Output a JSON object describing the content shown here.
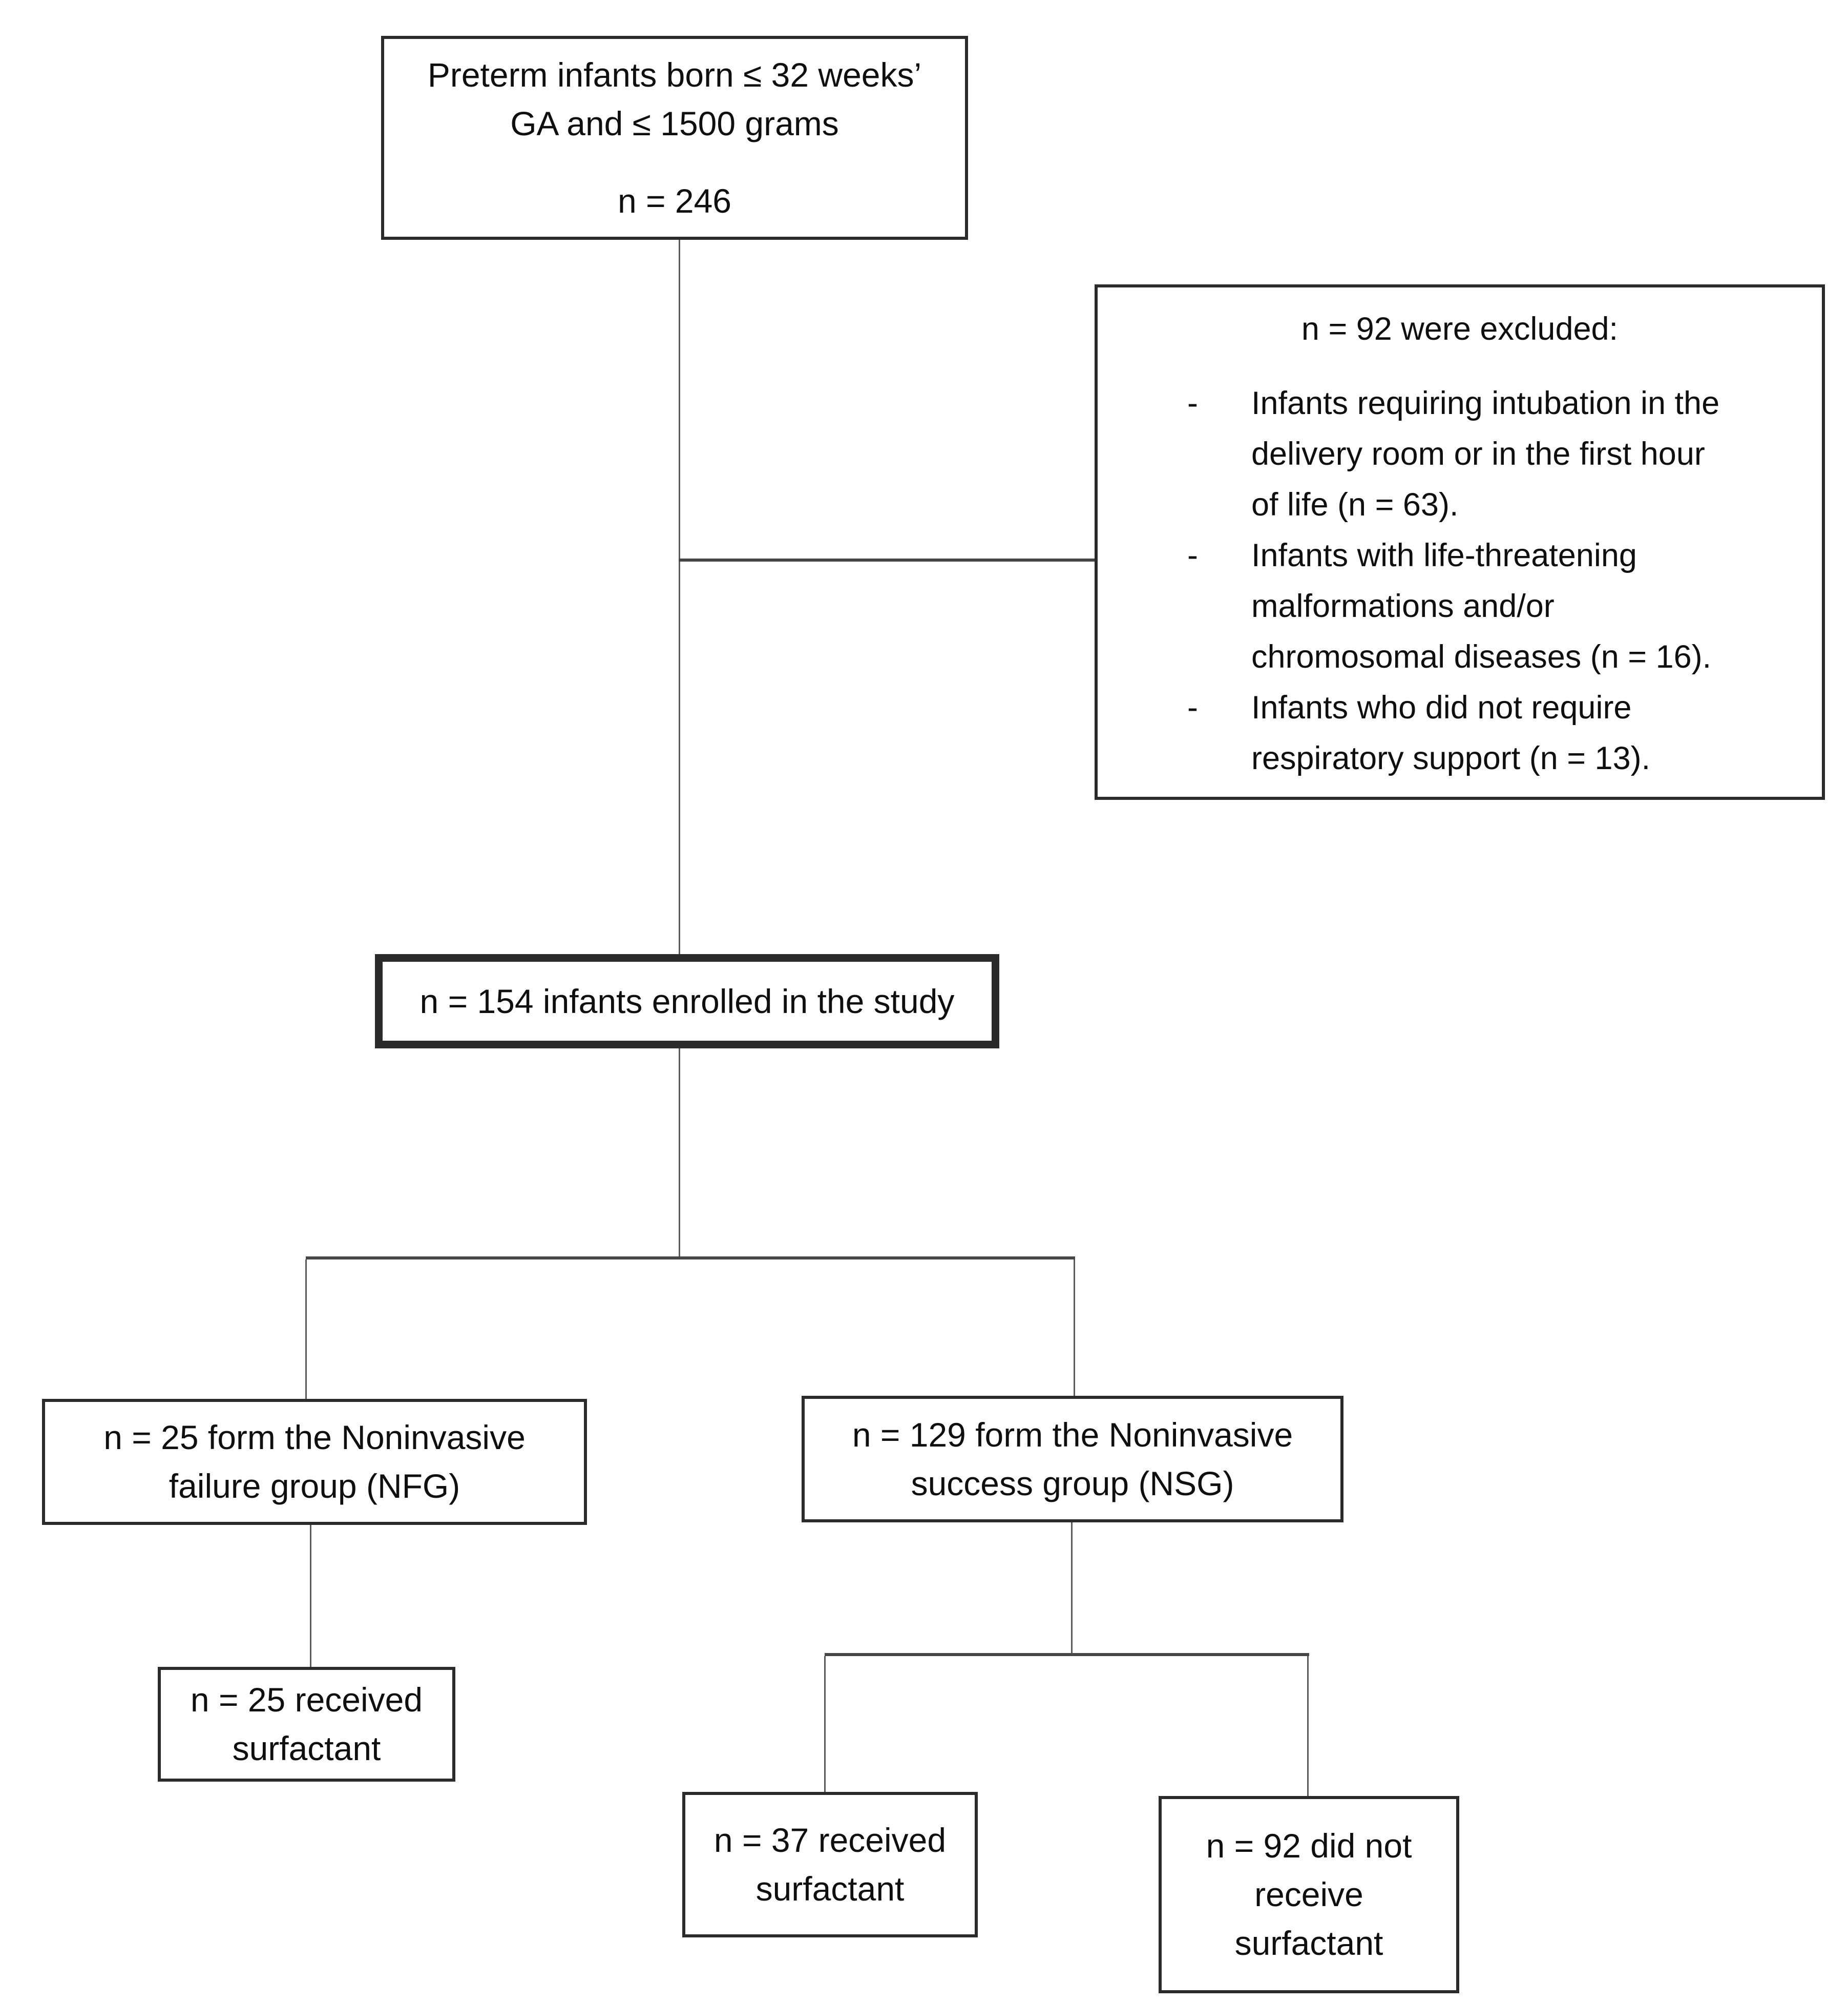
{
  "diagram": {
    "eligible": {
      "line1": "Preterm infants born ≤ 32 weeks’",
      "line2": "GA and ≤ 1500 grams",
      "count": "n = 246"
    },
    "excluded": {
      "heading": "n = 92 were excluded:",
      "marker": "-",
      "items": [
        {
          "lines": [
            "Infants requiring intubation in the",
            "delivery room or in the first hour",
            "of life (n = 63)."
          ]
        },
        {
          "lines": [
            "Infants with life-threatening",
            "malformations and/or",
            "chromosomal diseases (n = 16)."
          ]
        },
        {
          "lines": [
            "Infants who did not require",
            "respiratory support (n = 13)."
          ]
        }
      ]
    },
    "enrolled": {
      "text": "n = 154 infants enrolled in the study"
    },
    "nfg": {
      "line1": "n = 25 form the Noninvasive",
      "line2": "failure group (NFG)"
    },
    "nsg": {
      "line1": "n = 129 form the Noninvasive",
      "line2": "success group (NSG)"
    },
    "nfg_surfactant": {
      "line1": "n = 25 received",
      "line2": "surfactant"
    },
    "nsg_surfactant": {
      "line1": "n = 37 received",
      "line2": "surfactant"
    },
    "nsg_no_surfactant": {
      "line1": "n = 92 did not",
      "line2": "receive",
      "line3": "surfactant"
    }
  },
  "colors": {
    "background": "#ffffff",
    "box_border": "#2b2b2b",
    "connector": "#4a4a4a",
    "text": "#0f0f0f"
  }
}
